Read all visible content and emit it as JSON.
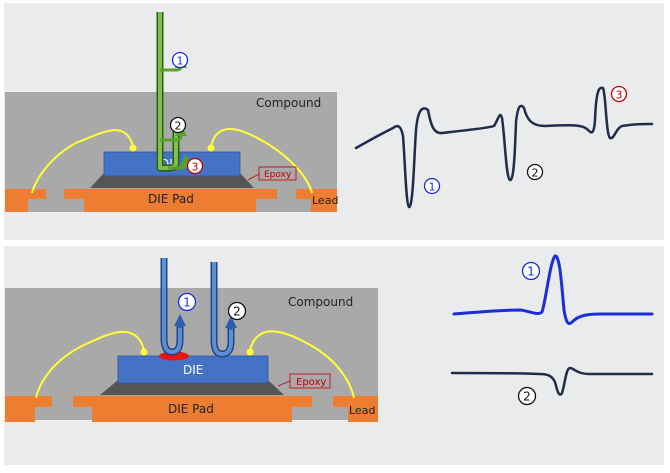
{
  "top_panel": {
    "compound_label": "Compound",
    "die_label": "DIE",
    "die_pad_label": "DIE Pad",
    "lead_label": "Lead",
    "epoxy_label": "Epoxy",
    "markers": [
      "1",
      "2",
      "3"
    ]
  },
  "bottom_panel": {
    "compound_label": "Compound",
    "die_label": "DIE",
    "die_pad_label": "DIE Pad",
    "lead_label": "Lead",
    "epoxy_label": "Epoxy",
    "markers": [
      "1",
      "2"
    ]
  },
  "colors": {
    "panel_bg": "#e9ebec",
    "compound": "#a9a9a9",
    "die": "#4472c4",
    "die_pad": "#ed7d31",
    "wire": "#ffff33",
    "green_path": "#5aa02c",
    "blue_path": "#2e5fae",
    "dark_waveform": "#1f2d4a",
    "bright_waveform": "#1c2fd6",
    "marker_blue": "#1c2fd6",
    "marker_red": "#c00000",
    "epoxy_text": "#c00000",
    "void_red": "#ee1111"
  }
}
